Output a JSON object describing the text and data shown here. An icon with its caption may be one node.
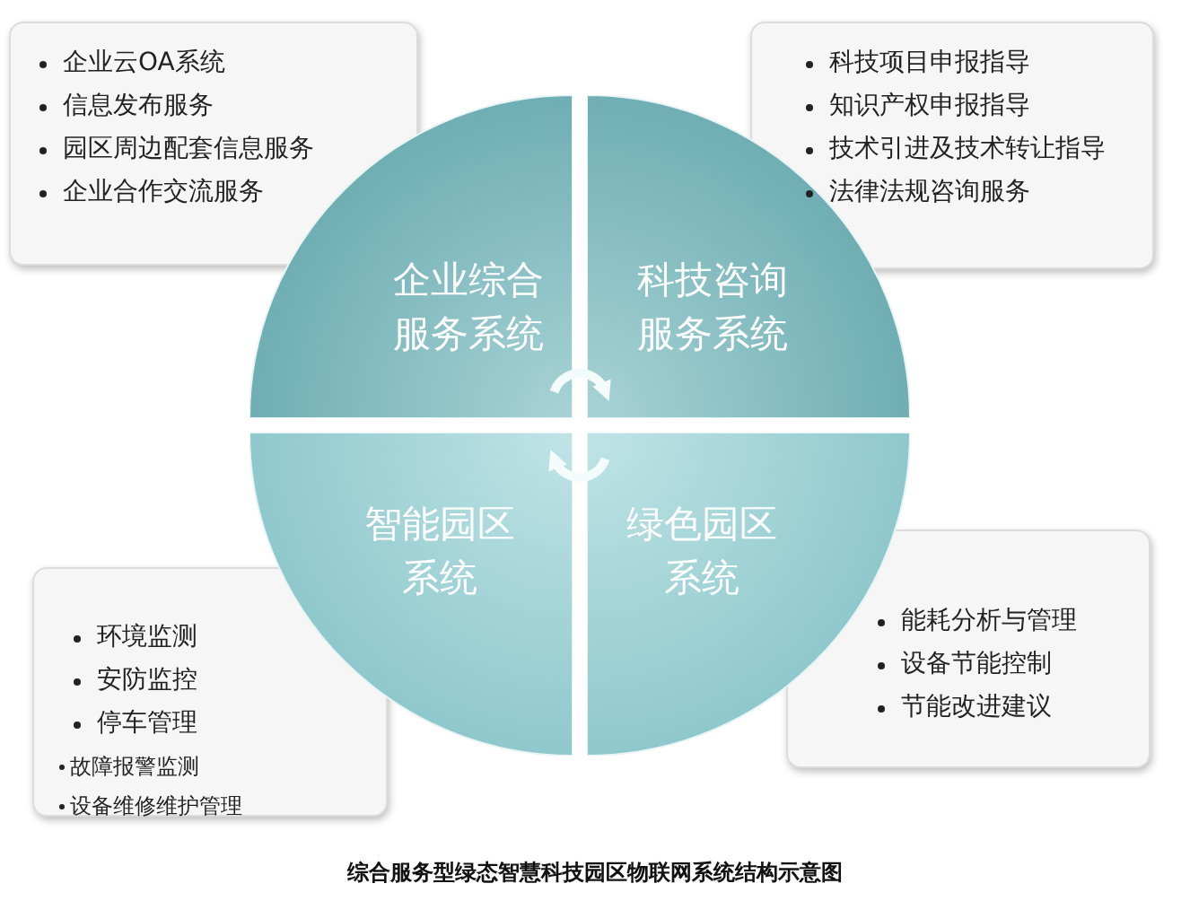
{
  "diagram": {
    "caption": "综合服务型绿态智慧科技园区物联网系统结构示意图",
    "nodes": [
      {
        "text": [
          "企业云OA系统",
          "信息发布服务",
          "园区周边配套信息服务",
          "企业合作交流服务"
        ]
      },
      {
        "text": [
          "科技项目申报指导",
          "知识产权申报指导",
          "技术引进及技术转让指导",
          "法律法规咨询服务"
        ]
      },
      {
        "text": [
          "企业综合服务系统"
        ]
      },
      {
        "text": [
          "科技咨询服务系统"
        ]
      },
      {
        "text": [
          "智能园区系统"
        ]
      },
      {
        "text": [
          "绿色园区系统"
        ]
      },
      {
        "text": [
          "环境监测",
          "安防监控",
          "停车管理",
          "故障报警监测",
          "设备维修维护管理"
        ]
      },
      {
        "text": [
          "能耗分析与管理",
          "设备节能控制",
          "节能改进建议"
        ]
      }
    ],
    "edges": [
      {
        "from": 2,
        "to": 3,
        "arrow": "to"
      },
      {
        "from": 5,
        "to": 4,
        "arrow": "to"
      }
    ]
  }
}
